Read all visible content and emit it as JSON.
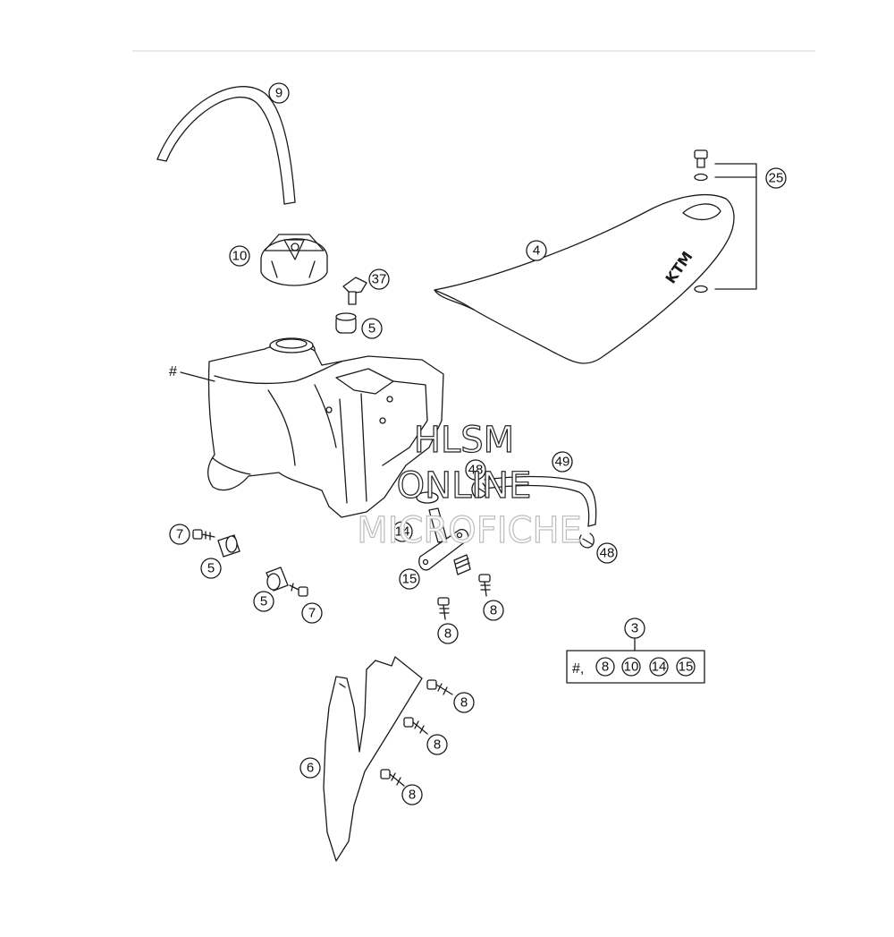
{
  "callouts": {
    "c9": "9",
    "c25": "25",
    "c4": "4",
    "c10": "10",
    "c37": "37",
    "c5a": "5",
    "c48a": "48",
    "c49": "49",
    "c14": "14",
    "c48b": "48",
    "c15": "15",
    "c7a": "7",
    "c5b": "5",
    "c5c": "5",
    "c7b": "7",
    "c8a": "8",
    "c8b": "8",
    "c3": "3",
    "c8c": "8",
    "c8d": "8",
    "c8e": "8",
    "c6": "6"
  },
  "tank_label": "#",
  "kit_box": {
    "hash": "#,",
    "items": [
      "8",
      "10",
      "14",
      "15"
    ]
  },
  "seat_logo": "KTM",
  "watermark": {
    "line1": "HLSM",
    "line2": "ONLINE",
    "line3": "MICROFICHE"
  }
}
